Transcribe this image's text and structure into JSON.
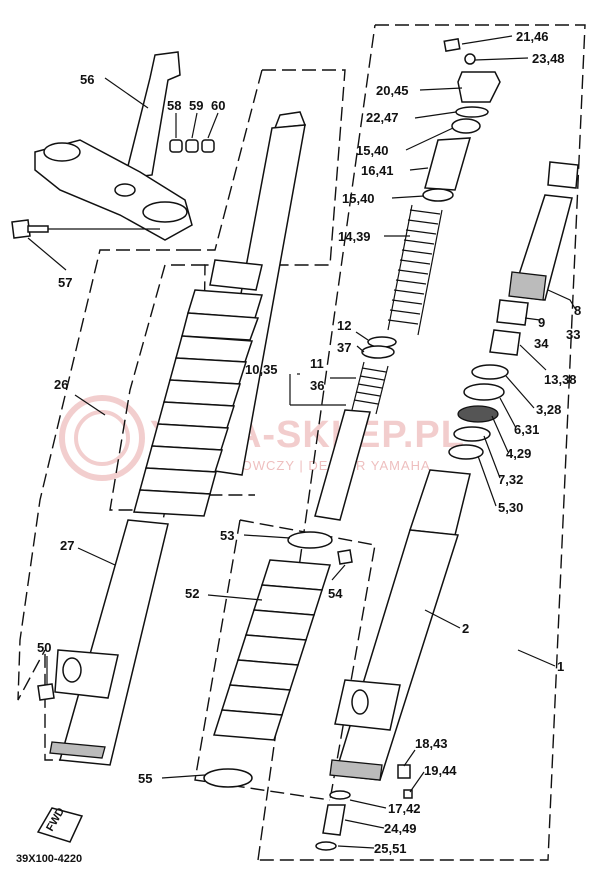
{
  "diagram_code": "39X100-4220",
  "fwd_badge": "FWD",
  "watermark": {
    "title": "YAMA-SKLEP.PL",
    "subtitle": "KONIUCIECHOWCZY | DEALER YAMAHA"
  },
  "callouts": [
    {
      "id": "c_21_46",
      "text": "21,46"
    },
    {
      "id": "c_23_48",
      "text": "23,48"
    },
    {
      "id": "c_20_45",
      "text": "20,45"
    },
    {
      "id": "c_22_47",
      "text": "22,47"
    },
    {
      "id": "c_15_40a",
      "text": "15,40"
    },
    {
      "id": "c_16_41",
      "text": "16,41"
    },
    {
      "id": "c_15_40b",
      "text": "15,40"
    },
    {
      "id": "c_14_39",
      "text": "14,39"
    },
    {
      "id": "c_12",
      "text": "12"
    },
    {
      "id": "c_37",
      "text": "37"
    },
    {
      "id": "c_10_35",
      "text": "10,35"
    },
    {
      "id": "c_11",
      "text": "11"
    },
    {
      "id": "c_36",
      "text": "36"
    },
    {
      "id": "c_8",
      "text": "8"
    },
    {
      "id": "c_9",
      "text": "9"
    },
    {
      "id": "c_33",
      "text": "33"
    },
    {
      "id": "c_34",
      "text": "34"
    },
    {
      "id": "c_13_38",
      "text": "13,38"
    },
    {
      "id": "c_3_28",
      "text": "3,28"
    },
    {
      "id": "c_6_31",
      "text": "6,31"
    },
    {
      "id": "c_4_29",
      "text": "4,29"
    },
    {
      "id": "c_7_32",
      "text": "7,32"
    },
    {
      "id": "c_5_30",
      "text": "5,30"
    },
    {
      "id": "c_2",
      "text": "2"
    },
    {
      "id": "c_1",
      "text": "1"
    },
    {
      "id": "c_56",
      "text": "56"
    },
    {
      "id": "c_58",
      "text": "58"
    },
    {
      "id": "c_59",
      "text": "59"
    },
    {
      "id": "c_60",
      "text": "60"
    },
    {
      "id": "c_57",
      "text": "57"
    },
    {
      "id": "c_26",
      "text": "26"
    },
    {
      "id": "c_27",
      "text": "27"
    },
    {
      "id": "c_50",
      "text": "50"
    },
    {
      "id": "c_53",
      "text": "53"
    },
    {
      "id": "c_54",
      "text": "54"
    },
    {
      "id": "c_52",
      "text": "52"
    },
    {
      "id": "c_55",
      "text": "55"
    },
    {
      "id": "c_18_43",
      "text": "18,43"
    },
    {
      "id": "c_19_44",
      "text": "19,44"
    },
    {
      "id": "c_17_42",
      "text": "17,42"
    },
    {
      "id": "c_24_49",
      "text": "24,49"
    },
    {
      "id": "c_25_51",
      "text": "25,51"
    }
  ]
}
